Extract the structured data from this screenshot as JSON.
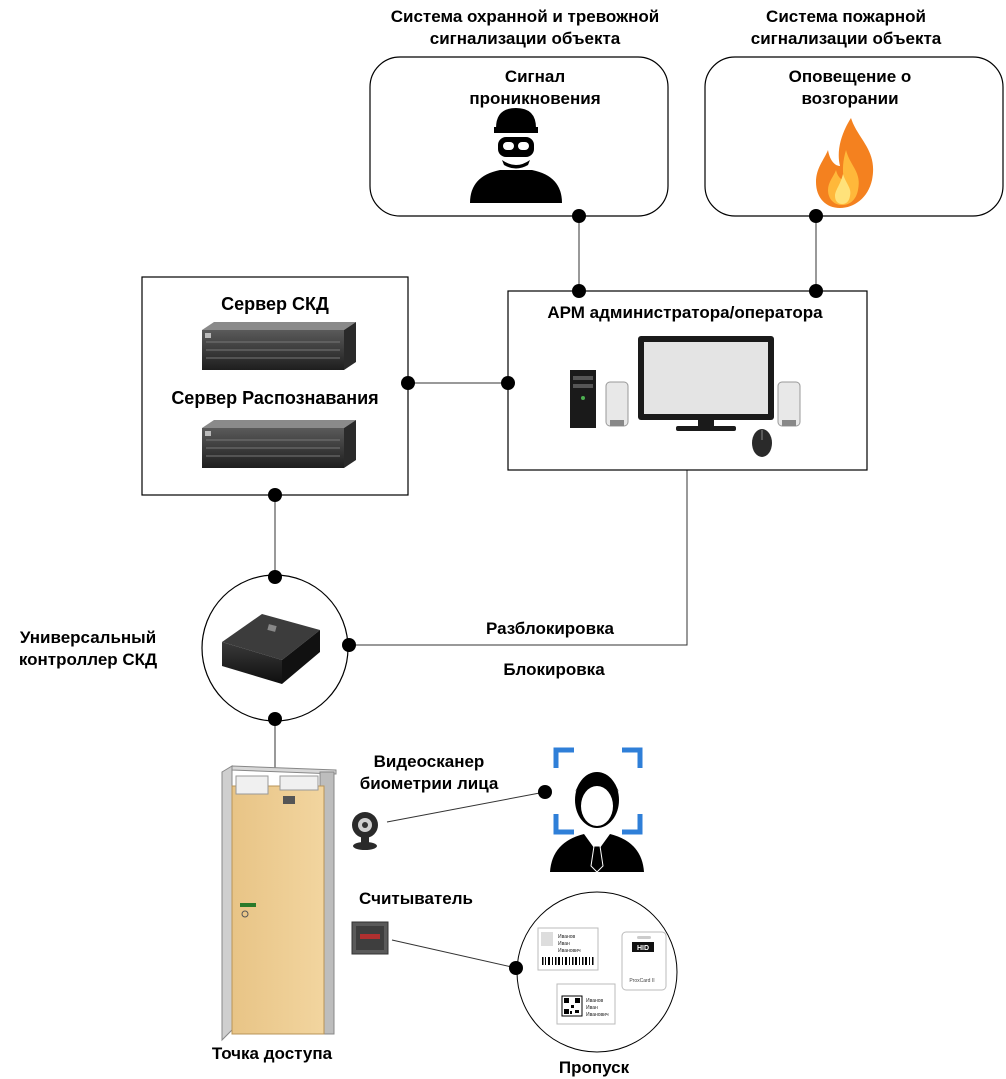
{
  "security_system": {
    "title_line1": "Система охранной и тревожной",
    "title_line2": "сигнализации объекта",
    "signal_line1": "Сигнал",
    "signal_line2": "проникновения"
  },
  "fire_system": {
    "title_line1": "Система пожарной",
    "title_line2": "сигнализации объекта",
    "signal_line1": "Оповещение о",
    "signal_line2": "возгорании"
  },
  "servers": {
    "acs_server": "Сервер СКД",
    "recognition_server": "Сервер Распознавания"
  },
  "workstation": {
    "title": "АРМ администратора/оператора"
  },
  "controller": {
    "label_line1": "Универсальный",
    "label_line2": "контроллер СКД",
    "unlock": "Разблокировка",
    "lock": "Блокировка",
    "brand_icon": "controller-box-icon"
  },
  "video_scanner": {
    "label_line1": "Видеосканер",
    "label_line2": "биометрии лица"
  },
  "reader": {
    "label": "Считыватель"
  },
  "access_point": {
    "label": "Точка доступа"
  },
  "pass": {
    "label": "Пропуск",
    "card1_line1": "Иванов",
    "card1_line2": "Иван",
    "card1_line3": "Иванович",
    "card2_line1": "Иванов",
    "card2_line2": "Иван",
    "card2_line3": "Иванович",
    "hid_badge": "HID",
    "hid_text": "ProxCard II"
  },
  "colors": {
    "line": "#333333",
    "face_frame": "#2f7fd8",
    "door": "#eccb90",
    "flame_outer": "#f4811f",
    "flame_inner": "#ffd740"
  }
}
